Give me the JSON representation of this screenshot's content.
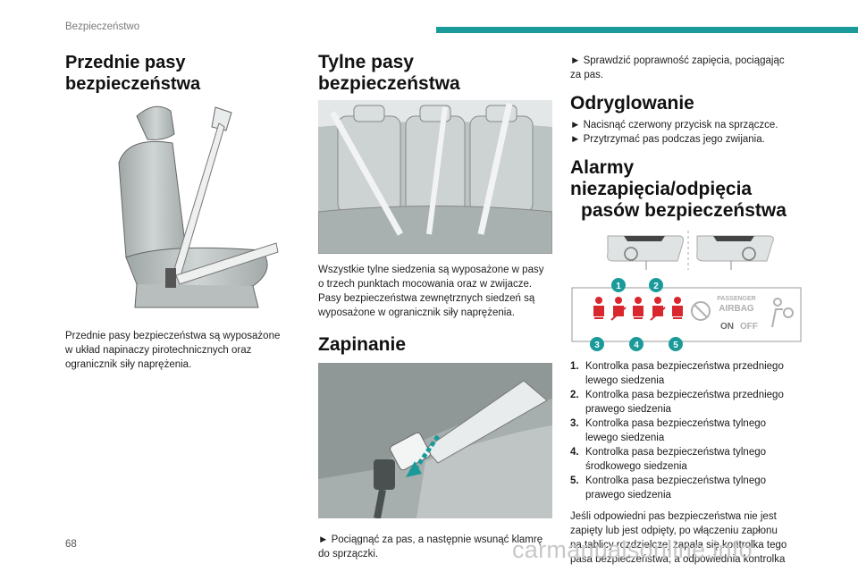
{
  "header": {
    "section": "Bezpieczeństwo"
  },
  "col1": {
    "title_line1": "Przednie pasy",
    "title_line2": "bezpieczeństwa",
    "para1": "Przednie pasy bezpieczeństwa są wyposażone",
    "para2": "w układ napinaczy pirotechnicznych oraz",
    "para3": "ogranicznik siły naprężenia."
  },
  "col2": {
    "title": "Tylne pasy bezpieczeństwa",
    "para1": "Wszystkie tylne siedzenia są wyposażone w pasy",
    "para2": "o trzech punktach mocowania oraz w zwijacze.",
    "para3": "Pasy bezpieczeństwa zewnętrznych siedzeń są",
    "para4": "wyposażone w ogranicznik siły naprężenia.",
    "title2": "Zapinanie",
    "step1": "► Pociągnąć za pas, a następnie wsunąć klamrę",
    "step1b": "do sprzączki."
  },
  "col3": {
    "check1": "► Sprawdzić poprawność zapięcia, pociągając",
    "check1b": "za pas.",
    "title_unlock": "Odryglowanie",
    "unlock1": "► Nacisnąć czerwony przycisk na sprzączce.",
    "unlock2": "► Przytrzymać pas podczas jego zwijania.",
    "title_alarm1": "Alarmy niezapięcia/odpięcia",
    "title_alarm2": "pasów bezpieczeństwa",
    "panel": {
      "passenger": "PASSENGER",
      "airbag": "AIRBAG",
      "on": "ON",
      "off": "OFF",
      "numbers": [
        "1",
        "2",
        "3",
        "4",
        "5"
      ],
      "accent": "#1b9a9a",
      "warning_red": "#d9272e"
    },
    "legend": [
      {
        "num": "1.",
        "line1": "Kontrolka pasa bezpieczeństwa przedniego",
        "line2": "lewego siedzenia"
      },
      {
        "num": "2.",
        "line1": "Kontrolka pasa bezpieczeństwa przedniego",
        "line2": "prawego siedzenia"
      },
      {
        "num": "3.",
        "line1": "Kontrolka pasa bezpieczeństwa tylnego",
        "line2": "lewego siedzenia"
      },
      {
        "num": "4.",
        "line1": "Kontrolka pasa bezpieczeństwa tylnego",
        "line2": "środkowego siedzenia"
      },
      {
        "num": "5.",
        "line1": "Kontrolka pasa bezpieczeństwa tylnego",
        "line2": "prawego siedzenia"
      }
    ],
    "para1": "Jeśli odpowiedni pas bezpieczeństwa nie jest",
    "para2": "zapięty lub jest odpięty, po włączeniu zapłonu",
    "para3": "na tablicy rozdzielczej zapala się kontrolka tego",
    "para4": "pasa bezpieczeństwa, a odpowiednia kontrolka"
  },
  "footer": {
    "page_number": "68",
    "watermark": "carmanualsonline.info"
  }
}
